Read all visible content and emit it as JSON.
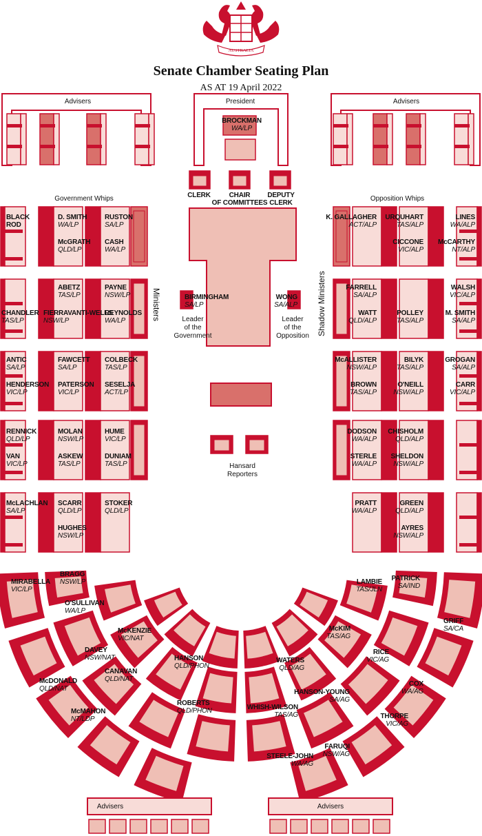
{
  "colors": {
    "primary": "#c8102e",
    "mid": "#d9706b",
    "light": "#efbfb5",
    "pale": "#f8dcd8"
  },
  "crest_label": "AUSTRALIA",
  "title": "Senate Chamber Seating Plan",
  "subtitle": "AS AT 19 April 2022",
  "labels": {
    "advisers": "Advisers",
    "president": "President",
    "government_whips": "Government Whips",
    "opposition_whips": "Opposition Whips",
    "ministers": "Ministers",
    "shadow_ministers": "Shadow Ministers",
    "clerk": "CLERK",
    "chair_1": "CHAIR",
    "chair_2": "OF COMMITTEES",
    "deputy_1": "DEPUTY",
    "deputy_2": "CLERK",
    "leader_gov_1": "Leader",
    "leader_gov_2": "of the",
    "leader_gov_3": "Government",
    "leader_opp_1": "Leader",
    "leader_opp_2": "of the",
    "leader_opp_3": "Opposition",
    "hansard_1": "Hansard",
    "hansard_2": "Reporters"
  },
  "senators": [
    {
      "name": "BROCKMAN",
      "party": "WA/LP"
    },
    {
      "name": "BLACK",
      "party": "ROD"
    },
    {
      "name": "D. SMITH",
      "party": "WA/LP"
    },
    {
      "name": "RUSTON",
      "party": "SA/LP"
    },
    {
      "name": "McGRATH",
      "party": "QLD/LP"
    },
    {
      "name": "CASH",
      "party": "WA/LP"
    },
    {
      "name": "ABETZ",
      "party": "TAS/LP"
    },
    {
      "name": "PAYNE",
      "party": "NSW/LP"
    },
    {
      "name": "CHANDLER",
      "party": "TAS/LP"
    },
    {
      "name": "FIERRAVANTI-WELLS",
      "party": "NSW/LP"
    },
    {
      "name": "REYNOLDS",
      "party": "WA/LP"
    },
    {
      "name": "BIRMINGHAM",
      "party": "SA/LP"
    },
    {
      "name": "ANTIC",
      "party": "SA/LP"
    },
    {
      "name": "FAWCETT",
      "party": "SA/LP"
    },
    {
      "name": "COLBECK",
      "party": "TAS/LP"
    },
    {
      "name": "HENDERSON",
      "party": "VIC/LP"
    },
    {
      "name": "PATERSON",
      "party": "VIC/LP"
    },
    {
      "name": "SESELJA",
      "party": "ACT/LP"
    },
    {
      "name": "RENNICK",
      "party": "QLD/LP"
    },
    {
      "name": "MOLAN",
      "party": "NSW/LP"
    },
    {
      "name": "HUME",
      "party": "VIC/LP"
    },
    {
      "name": "VAN",
      "party": "VIC/LP"
    },
    {
      "name": "ASKEW",
      "party": "TAS/LP"
    },
    {
      "name": "DUNIAM",
      "party": "TAS/LP"
    },
    {
      "name": "McLACHLAN",
      "party": "SA/LP"
    },
    {
      "name": "SCARR",
      "party": "QLD/LP"
    },
    {
      "name": "STOKER",
      "party": "QLD/LP"
    },
    {
      "name": "HUGHES",
      "party": "NSW/LP"
    },
    {
      "name": "K. GALLAGHER",
      "party": "ACT/ALP"
    },
    {
      "name": "URQUHART",
      "party": "TAS/ALP"
    },
    {
      "name": "LINES",
      "party": "WA/ALP"
    },
    {
      "name": "CICCONE",
      "party": "VIC/ALP"
    },
    {
      "name": "McCARTHY",
      "party": "NT/ALP"
    },
    {
      "name": "WONG",
      "party": "SA/ALP"
    },
    {
      "name": "FARRELL",
      "party": "SA/ALP"
    },
    {
      "name": "WALSH",
      "party": "VIC/ALP"
    },
    {
      "name": "WATT",
      "party": "QLD/ALP"
    },
    {
      "name": "POLLEY",
      "party": "TAS/ALP"
    },
    {
      "name": "M. SMITH",
      "party": "SA/ALP"
    },
    {
      "name": "McALLISTER",
      "party": "NSW/ALP"
    },
    {
      "name": "BILYK",
      "party": "TAS/ALP"
    },
    {
      "name": "GROGAN",
      "party": "SA/ALP"
    },
    {
      "name": "BROWN",
      "party": "TAS/ALP"
    },
    {
      "name": "O'NEILL",
      "party": "NSW/ALP"
    },
    {
      "name": "CARR",
      "party": "VIC/ALP"
    },
    {
      "name": "DODSON",
      "party": "WA/ALP"
    },
    {
      "name": "CHISHOLM",
      "party": "QLD/ALP"
    },
    {
      "name": "STERLE",
      "party": "WA/ALP"
    },
    {
      "name": "SHELDON",
      "party": "NSW/ALP"
    },
    {
      "name": "PRATT",
      "party": "WA/ALP"
    },
    {
      "name": "GREEN",
      "party": "QLD/ALP"
    },
    {
      "name": "AYRES",
      "party": "NSW/ALP"
    },
    {
      "name": "MIRABELLA",
      "party": "VIC/LP"
    },
    {
      "name": "BRAGG",
      "party": "NSW/LP"
    },
    {
      "name": "O'SULLIVAN",
      "party": "WA/LP"
    },
    {
      "name": "McKENZIE",
      "party": "VIC/NAT"
    },
    {
      "name": "DAVEY",
      "party": "NSW/NAT"
    },
    {
      "name": "CANAVAN",
      "party": "QLD/NAT"
    },
    {
      "name": "McDONALD",
      "party": "QLD/NAT"
    },
    {
      "name": "McMAHON",
      "party": "NT/LDP"
    },
    {
      "name": "HANSON",
      "party": "QLD/PHON"
    },
    {
      "name": "ROBERTS",
      "party": "QLD/PHON"
    },
    {
      "name": "LAMBIE",
      "party": "TAS/JLN"
    },
    {
      "name": "PATRICK",
      "party": "SA/IND"
    },
    {
      "name": "GRIFF",
      "party": "SA/CA"
    },
    {
      "name": "McKIM",
      "party": "TAS/AG"
    },
    {
      "name": "RICE",
      "party": "VIC/AG"
    },
    {
      "name": "WATERS",
      "party": "QLD/AG"
    },
    {
      "name": "COX",
      "party": "WA/AG"
    },
    {
      "name": "HANSON-YOUNG",
      "party": "SA/AG"
    },
    {
      "name": "WHISH-WILSON",
      "party": "TAS/AG"
    },
    {
      "name": "THORPE",
      "party": "VIC/AG"
    },
    {
      "name": "STEELE-JOHN",
      "party": "WA/AG"
    },
    {
      "name": "FARUQI",
      "party": "NSW/AG"
    }
  ]
}
